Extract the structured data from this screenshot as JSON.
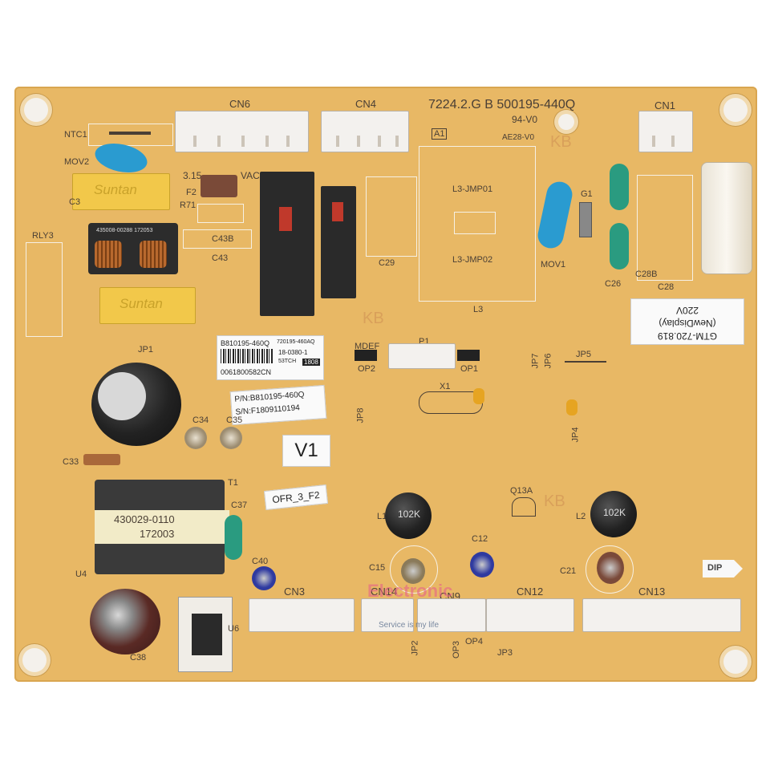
{
  "board": {
    "part_no": "7224.2.G B 500195-440Q",
    "rating": "94-V0",
    "a1": "A1",
    "ul_mark": "AE28-V0",
    "model_sticker": [
      "GTM-720.819",
      "(NewDisplay)",
      "220V"
    ],
    "pn_sticker": {
      "pn": "P/N:B810195-460Q",
      "sn": "S/N:F1809110194"
    },
    "barcode_sticker": {
      "left": "B810195-460Q",
      "right": "720195-460AQ",
      "line2": "18-0380-1",
      "line3": "53TCH",
      "badge": "1808",
      "bottom": "0061800582CN"
    },
    "v1_label": "V1",
    "ofr_label": "OFR_3_F2",
    "dip_arrow": "DIP",
    "watermark": {
      "brand": "Electronic",
      "tagline": "Service is my life"
    }
  },
  "connectors": {
    "cn6": "CN6",
    "cn4": "CN4",
    "cn1": "CN1",
    "cn3": "CN3",
    "cn14": "CN14",
    "cn9": "CN9",
    "cn12": "CN12",
    "cn13": "CN13"
  },
  "components": {
    "ntc1": "NTC1",
    "mov2": "MOV2",
    "c3": "C3",
    "r71": "R71",
    "f2": "F2",
    "fuse_rating": "3.15",
    "vac": "VAC",
    "c43b": "C43B",
    "c43": "C43",
    "rly3": "RLY3",
    "jp1": "JP1",
    "c29": "C29",
    "l3_jmp01": "L3-JMP01",
    "l3_jmp02": "L3-JMP02",
    "l3": "L3",
    "mov1": "MOV1",
    "g1": "G1",
    "c26": "C26",
    "c28b": "C28B",
    "c28": "C28",
    "mdef": "MDEF",
    "op2": "OP2",
    "op1": "OP1",
    "p1": "P1",
    "jp7": "JP7",
    "jp6": "JP6",
    "jp5": "JP5",
    "jp4": "JP4",
    "jp8": "JP8",
    "x1": "X1",
    "c34": "C34",
    "c35": "C35",
    "c33": "C33",
    "t1": "T1",
    "c37": "C37",
    "c40": "C40",
    "u4": "U4",
    "u6": "U6",
    "c38": "C38",
    "l1": "L1",
    "l2": "L2",
    "c15": "C15",
    "c12": "C12",
    "c21": "C21",
    "q13a": "Q13A",
    "jp2": "JP2",
    "op3": "OP3",
    "op4": "OP4",
    "jp3": "JP3",
    "inductor_code": "102K",
    "cap_brand": "Suntan",
    "coil_label": "435008-00288 172053",
    "transformer_label": [
      "430029-0110",
      "172003"
    ],
    "kb_mark": "KB"
  }
}
